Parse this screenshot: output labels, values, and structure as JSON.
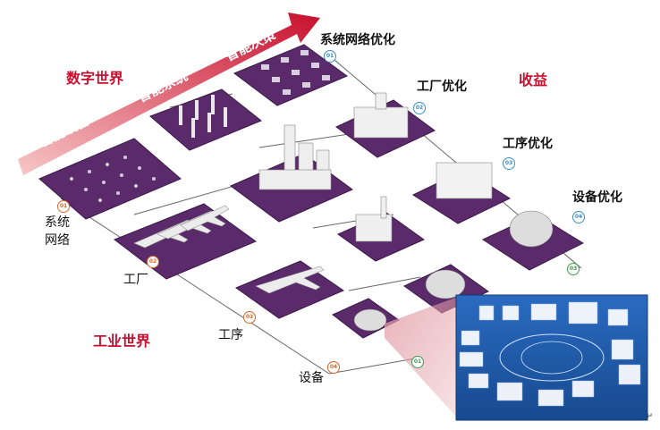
{
  "arrow": {
    "steps": [
      "智能设备",
      "智能系统",
      "智能决策"
    ]
  },
  "labels": {
    "digital_world": "数字世界",
    "industrial_world": "工业世界",
    "benefit": "收益",
    "left_network": [
      "系统",
      "网络"
    ],
    "left_factory": "工厂",
    "left_process": "工序",
    "left_equipment": "设备",
    "right_network": "系统网络优化",
    "right_factory": "工厂优化",
    "right_process": "工序优化",
    "right_equipment": "设备优化"
  },
  "badges": {
    "left": [
      "01",
      "02",
      "03",
      "04"
    ],
    "right": [
      "01",
      "02",
      "03",
      "04"
    ],
    "bottom": [
      "03",
      "01"
    ]
  },
  "mark": "↵",
  "colors": {
    "platform": "#5a2a6b",
    "platform_edge": "#3d1a4a",
    "arrow_red": "#c8102e",
    "badge_orange": "#d9662a",
    "badge_blue": "#3b8fc4",
    "badge_green": "#3e9a4f",
    "dashboard_blue": "#1e5aa8"
  }
}
